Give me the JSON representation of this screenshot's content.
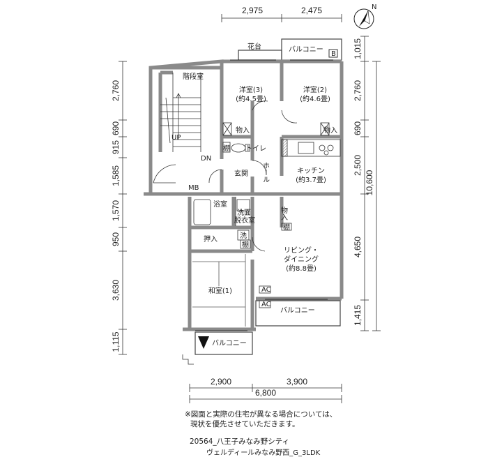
{
  "compass": {
    "north": "N"
  },
  "rooms": {
    "kaidanshitsu": "階段室",
    "kadai": "花台",
    "balcony_top": "バルコニー",
    "balcony_b": "B",
    "yoshitsu3": "洋室(3)",
    "yoshitsu3_area": "(約4.5畳)",
    "yoshitsu2": "洋室(2)",
    "yoshitsu2_area": "(約4.6畳)",
    "monoire_a": "物入",
    "monoire_b": "物入",
    "tana_toilet": "棚",
    "toilet": "トイレ",
    "up": "UP",
    "dn": "DN",
    "genkan": "玄関",
    "hall": "ホール",
    "kitchen": "キッチン",
    "kitchen_area": "(約3.7畳)",
    "mb": "MB",
    "yokushitsu": "浴室",
    "senmen1": "洗面",
    "senmen2": "脱衣室",
    "monoire_c": "物入",
    "tana_c": "棚",
    "oshiire": "押入",
    "sen": "洗",
    "tana_sen": "棚",
    "living1": "リビング・",
    "living2": "ダイニング",
    "living_area": "(約8.8畳)",
    "washitsu": "和室(1)",
    "ac1": "AC",
    "ac2": "AC",
    "balcony_mid": "バルコニー",
    "balcony_bottom": "バルコニー"
  },
  "dimensions": {
    "top": [
      "2,975",
      "2,475"
    ],
    "left": [
      "2,760",
      "690",
      "915",
      "1,585",
      "1,570",
      "950",
      "3,630",
      "1,115"
    ],
    "right": [
      "1,015",
      "2,760",
      "690",
      "2,500",
      "4,650",
      "1,415"
    ],
    "right_total": "10,600",
    "bottom": [
      "2,900",
      "3,900"
    ],
    "bottom_total": "6,800"
  },
  "notes": {
    "line1": "※図面と実際の住宅が異なる場合については、",
    "line2": "現状を優先させていただきます。",
    "line3": "20564_八王子みなみ野シティ",
    "line4": "ヴェルディールみなみ野西_G_3LDK"
  }
}
